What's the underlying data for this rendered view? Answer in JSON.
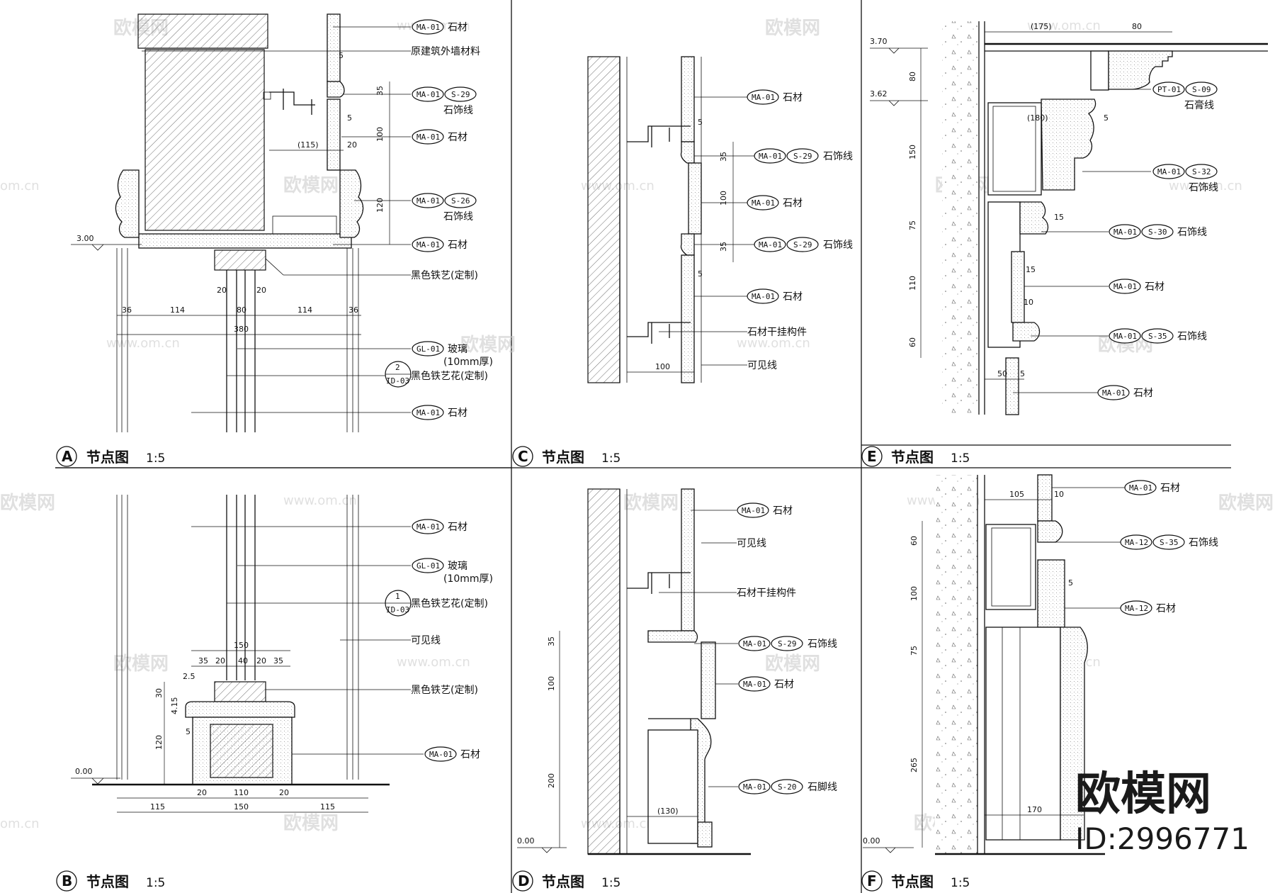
{
  "panels": [
    {
      "letter": "A",
      "title": "节点图",
      "scale": "1:5"
    },
    {
      "letter": "C",
      "title": "节点图",
      "scale": "1:5"
    },
    {
      "letter": "E",
      "title": "节点图",
      "scale": "1:5"
    },
    {
      "letter": "B",
      "title": "节点图",
      "scale": "1:5"
    },
    {
      "letter": "D",
      "title": "节点图",
      "scale": "1:5"
    },
    {
      "letter": "F",
      "title": "节点图",
      "scale": "1:5"
    }
  ],
  "labels": {
    "stone": "石材",
    "stone_trim": "石饰线",
    "original_wall": "原建筑外墙材料",
    "black_iron": "黑色铁艺(定制)",
    "glass": "玻璃",
    "glass_thickness": "(10mm厚)",
    "iron_flower": "黑色铁艺花(定制)",
    "visible_line": "可见线",
    "hanging_part": "石材干挂构件",
    "plaster_trim": "石膏线",
    "skirting": "石脚线"
  },
  "codes": {
    "ma01": "MA-01",
    "ma12": "MA-12",
    "gl01": "GL-01",
    "pt01": "PT-01",
    "s29": "S-29",
    "s26": "S-26",
    "s09": "S-09",
    "s32": "S-32",
    "s30": "S-30",
    "s35": "S-35",
    "s20": "S-20",
    "ref2_top": "2",
    "ref2_bottom": "ID-03",
    "ref1_top": "1",
    "ref1_bottom": "ID-03"
  },
  "levels": {
    "a": "3.00",
    "b": "0.00",
    "d": "0.00",
    "e1": "3.70",
    "e2": "3.62",
    "f": "0.00"
  },
  "dims": {
    "a": [
      "5",
      "35",
      "5",
      "100",
      "(115)",
      "20",
      "120",
      "36",
      "114",
      "80",
      "114",
      "36",
      "20",
      "20",
      "380"
    ],
    "b": [
      "150",
      "35",
      "20",
      "40",
      "20",
      "35",
      "2.5",
      "30",
      "4.15",
      "5",
      "120",
      "115",
      "20",
      "110",
      "20",
      "150",
      "115"
    ],
    "c": [
      "5",
      "35",
      "100",
      "35",
      "5",
      "100"
    ],
    "d": [
      "35",
      "100",
      "200",
      "(130)"
    ],
    "e": [
      "(175)",
      "80",
      "80",
      "150",
      "(180)",
      "5",
      "75",
      "15",
      "15",
      "110",
      "10",
      "60",
      "50",
      "5"
    ],
    "f": [
      "105",
      "10",
      "60",
      "5",
      "100",
      "75",
      "265",
      "170"
    ]
  },
  "watermark": {
    "brand": "欧模网",
    "id": "ID:2996771",
    "url": "www.om.cn",
    "short_url": "om.cn"
  }
}
